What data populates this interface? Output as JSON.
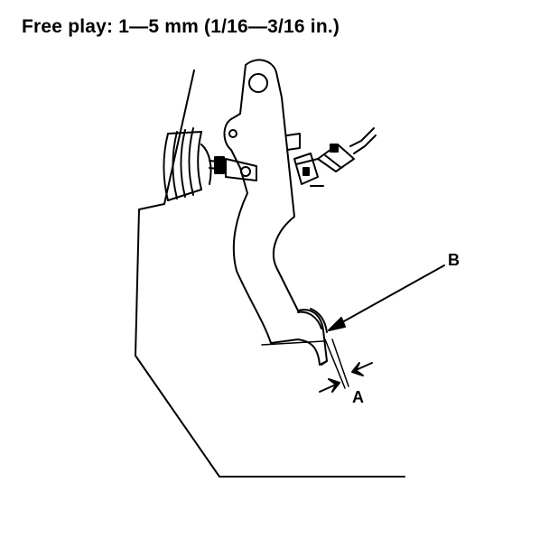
{
  "title": "Free play:  1—5 mm (1/16—3/16 in.)",
  "callouts": {
    "a": "A",
    "b": "B"
  }
}
